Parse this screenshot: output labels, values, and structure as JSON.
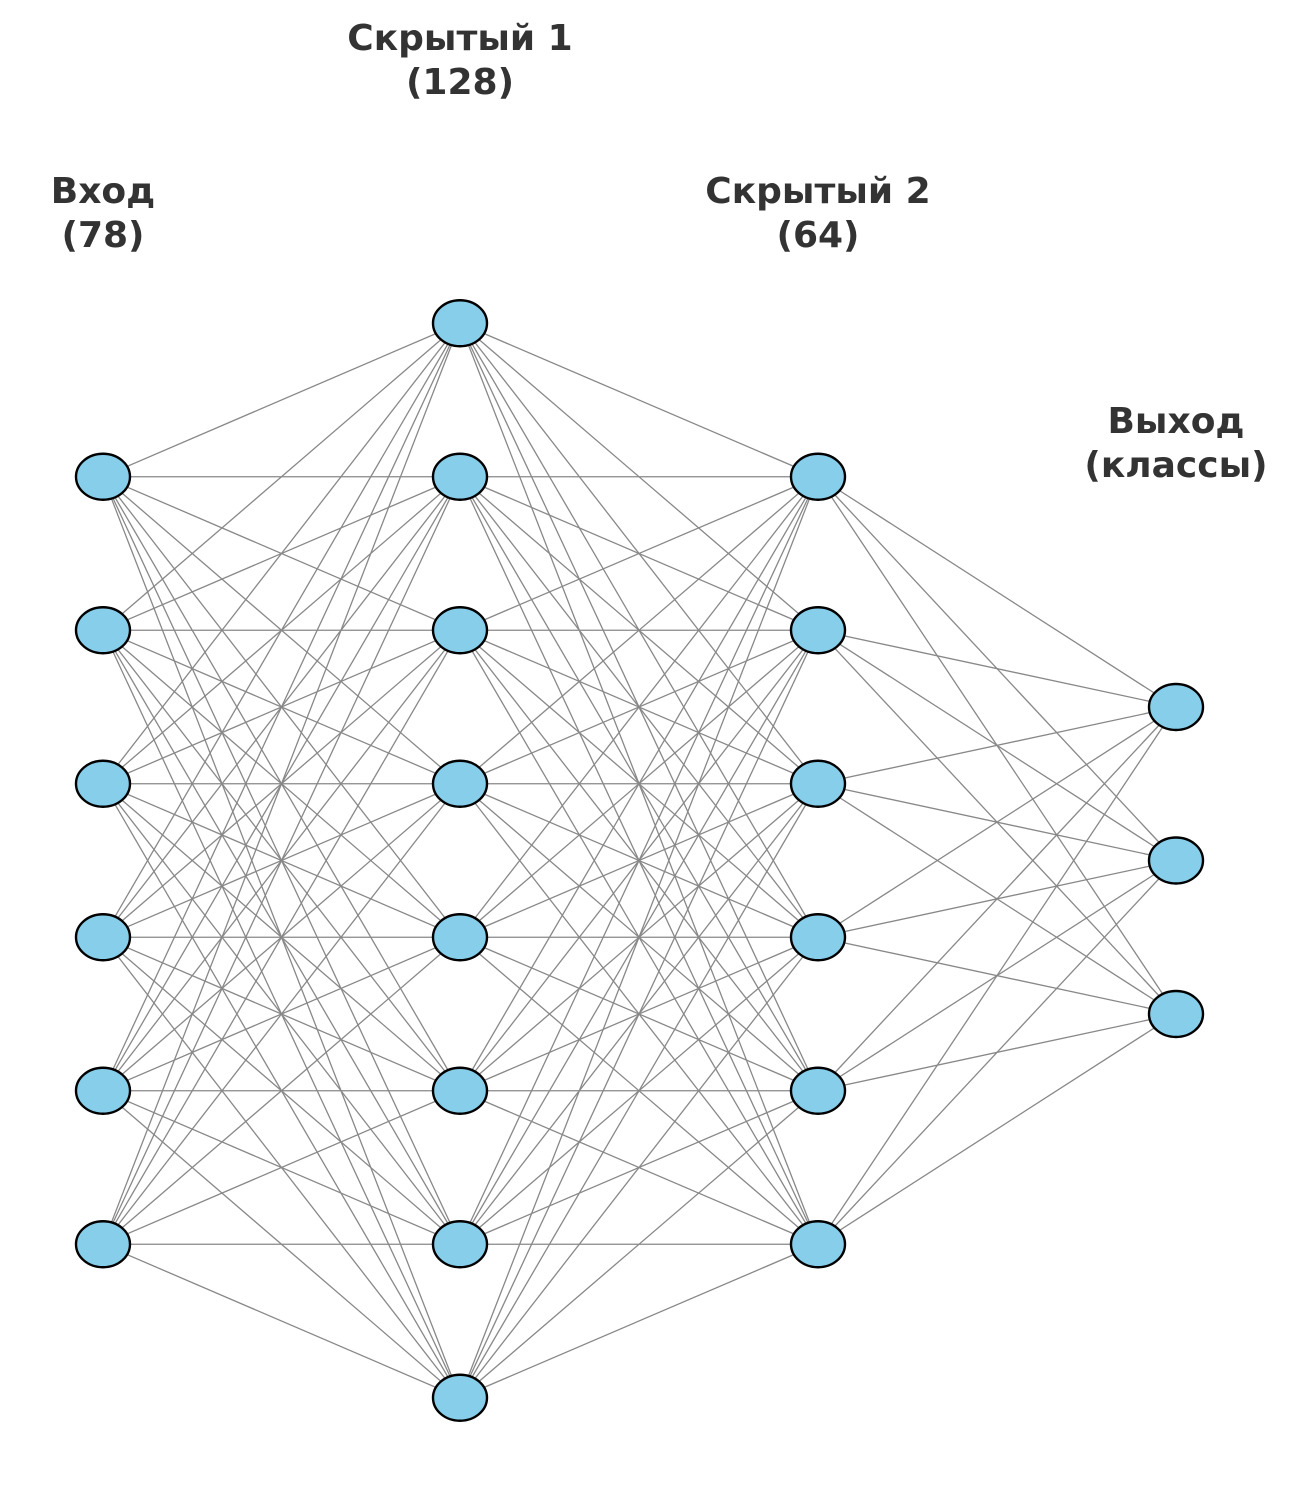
{
  "diagram": {
    "type": "neural-network",
    "colors": {
      "node_fill": "#87ceeb",
      "node_stroke": "#000000",
      "edge": "#888888",
      "text": "#333333"
    },
    "layers": [
      {
        "id": "input",
        "title_line1": "Вход",
        "title_line2": "(78)",
        "visible_nodes": 6
      },
      {
        "id": "hidden1",
        "title_line1": "Скрытый 1",
        "title_line2": "(128)",
        "visible_nodes": 8
      },
      {
        "id": "hidden2",
        "title_line1": "Скрытый 2",
        "title_line2": "(64)",
        "visible_nodes": 6
      },
      {
        "id": "output",
        "title_line1": "Выход",
        "title_line2": "(классы)",
        "visible_nodes": 3
      }
    ],
    "connectivity": "fully-connected"
  }
}
